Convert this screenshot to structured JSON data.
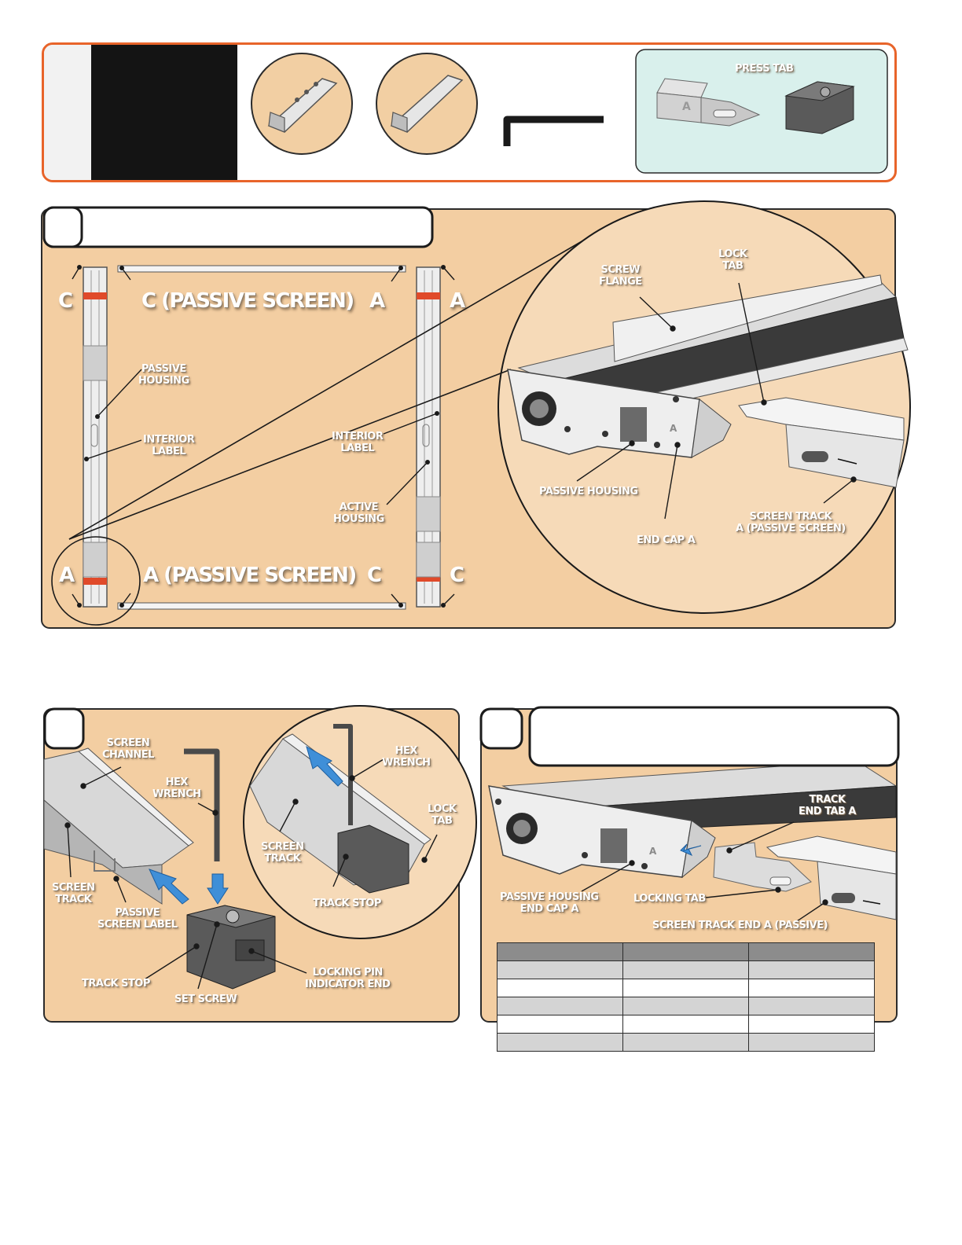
{
  "parts_box": {
    "press_tab_label": "PRESS TAB",
    "tab_marker": "A"
  },
  "step1": {
    "labels": {
      "c_left": "C",
      "c_passive": "C (PASSIVE SCREEN)",
      "a_top_mid": "A",
      "a_top_right": "A",
      "a_bottom_left": "A",
      "a_passive": "A (PASSIVE SCREEN)",
      "c_bottom_mid": "C",
      "c_bottom_right": "C",
      "passive_housing": "PASSIVE\nHOUSING",
      "interior_label_left": "INTERIOR\nLABEL",
      "interior_label_right": "INTERIOR\nLABEL",
      "active_housing": "ACTIVE\nHOUSING",
      "screw_flange": "SCREW\nFLANGE",
      "lock_tab": "LOCK\nTAB",
      "passive_housing_zoom": "PASSIVE HOUSING",
      "end_cap_a": "END CAP A",
      "screen_track_a": "SCREEN TRACK\nA (PASSIVE SCREEN)",
      "end_cap_marker": "A"
    }
  },
  "step2": {
    "labels": {
      "screen_channel": "SCREEN\nCHANNEL",
      "hex_wrench": "HEX\nWRENCH",
      "screen_track": "SCREEN\nTRACK",
      "passive_screen_label": "PASSIVE\nSCREEN LABEL",
      "track_stop": "TRACK STOP",
      "set_screw": "SET SCREW",
      "locking_pin": "LOCKING PIN\nINDICATOR END",
      "hex_wrench_zoom": "HEX\nWRENCH",
      "screen_track_zoom": "SCREEN\nTRACK",
      "lock_tab_zoom": "LOCK\nTAB",
      "track_stop_zoom": "TRACK STOP"
    }
  },
  "step3": {
    "labels": {
      "track_end_tab": "TRACK\nEND TAB A",
      "passive_housing_cap": "PASSIVE HOUSING\nEND CAP A",
      "locking_tab": "LOCKING TAB",
      "screen_track_a": "SCREEN TRACK END A (PASSIVE)",
      "end_cap_marker": "A"
    },
    "table": {
      "rows": 5,
      "cols": 3
    }
  }
}
